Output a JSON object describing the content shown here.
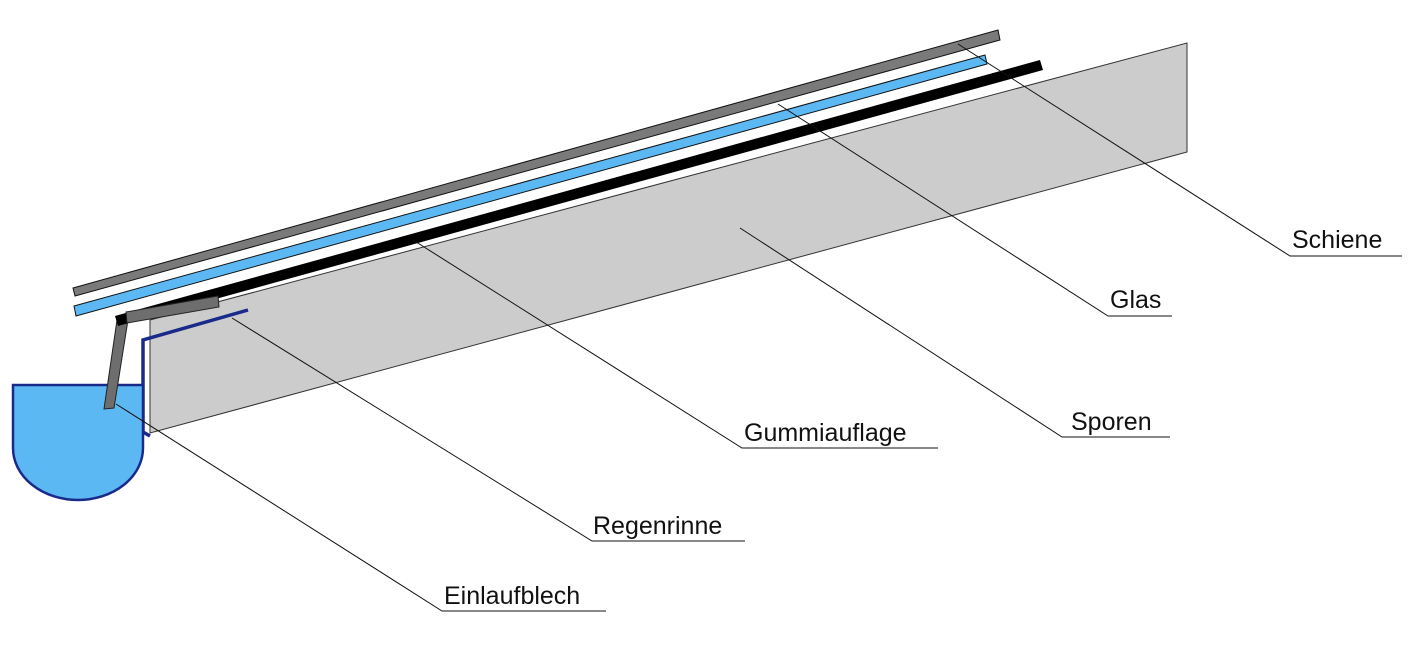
{
  "labels": {
    "schiene": "Schiene",
    "glas": "Glas",
    "sporen": "Sporen",
    "gummiauflage": "Gummiauflage",
    "regenrinne": "Regenrinne",
    "einlaufblech": "Einlaufblech"
  },
  "colors": {
    "schiene": "#7a7a7a",
    "glas": "#5cb8f2",
    "gummiauflage": "#000000",
    "sporen": "#cccccc",
    "regenrinne": "#5cb8f2",
    "regenrinne_outline": "#1a2a8a",
    "einlaufblech": "#1a2a8a",
    "bracket": "#6e6e6e"
  }
}
